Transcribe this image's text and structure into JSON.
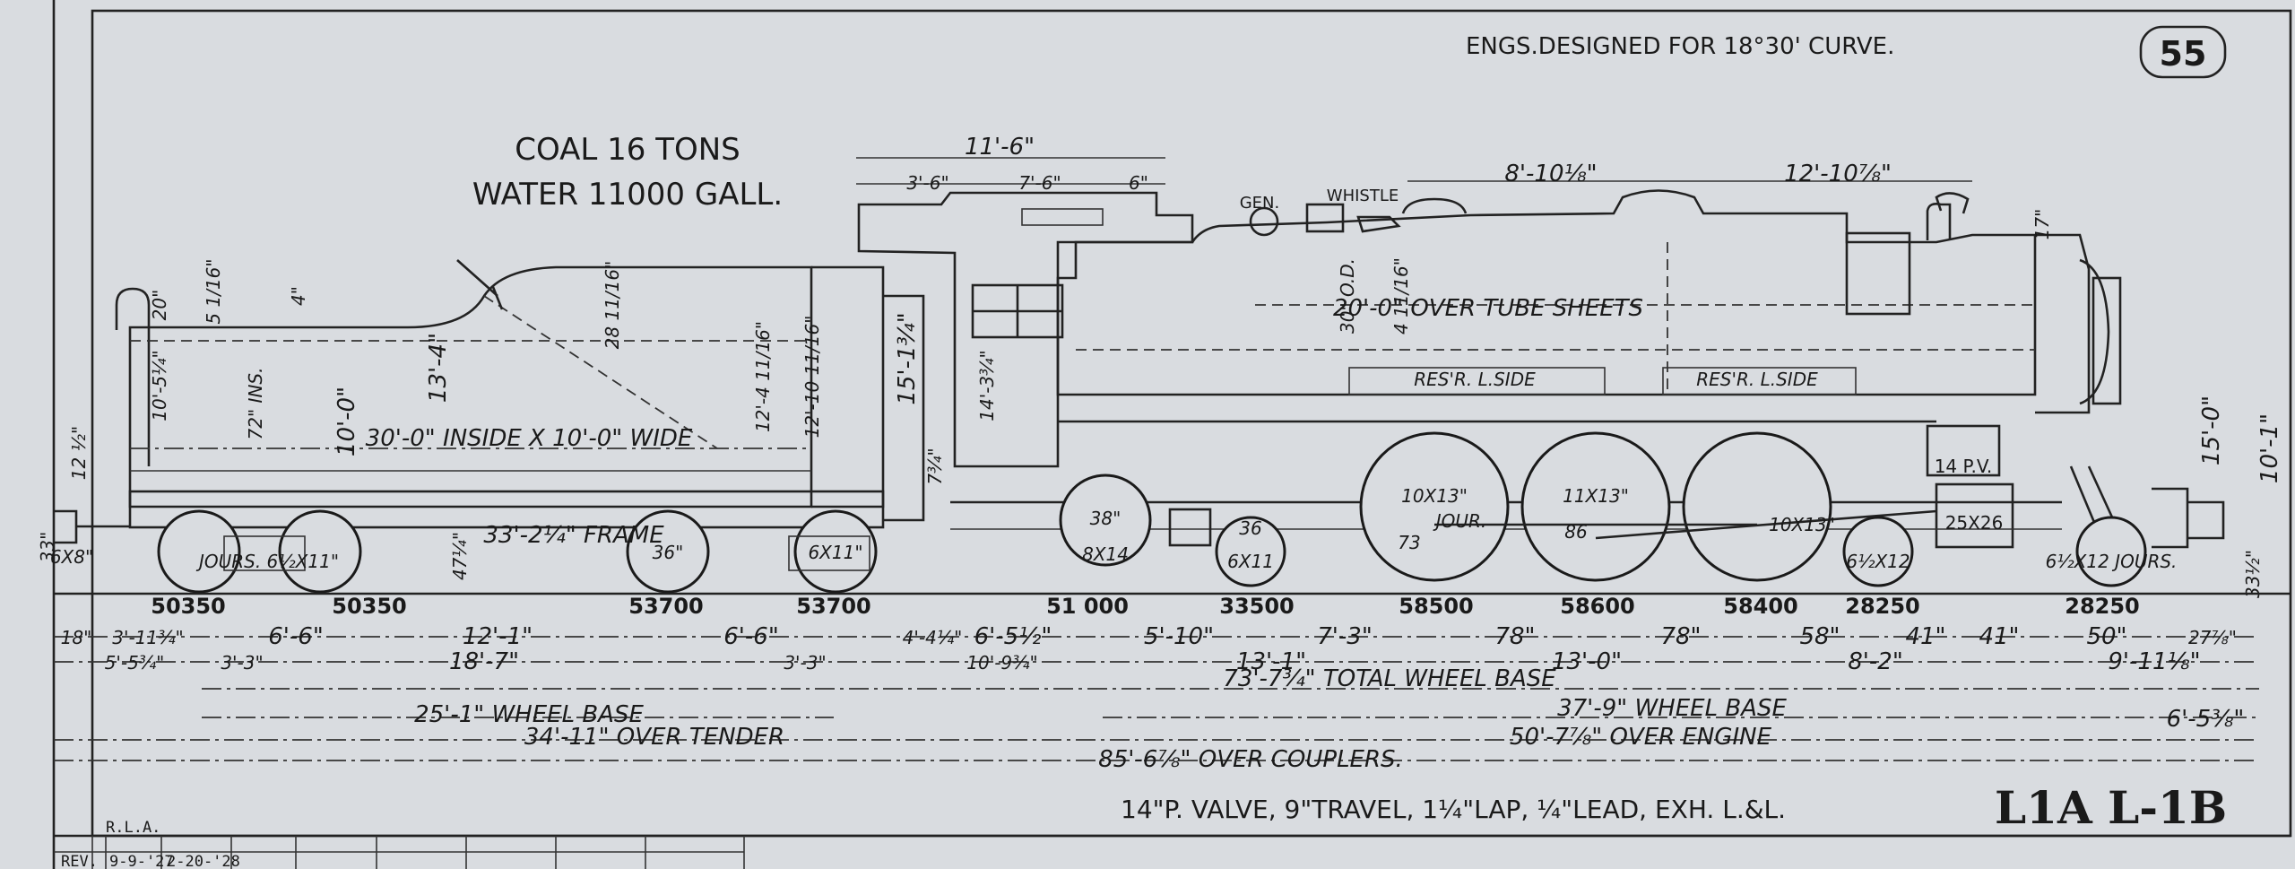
{
  "header": {
    "curve_note": "ENGS.DESIGNED FOR 18°30' CURVE.",
    "sheet_number": "55"
  },
  "capacity": {
    "coal": "COAL 16 TONS",
    "water": "WATER 11000 GALL."
  },
  "boiler_labels": {
    "gen": "GEN.",
    "whistle": "WHISTLE",
    "tube_sheets": "20'-0\" OVER TUBE SHEETS",
    "res_left": "RES'R. L.SIDE",
    "res_right": "RES'R. L.SIDE",
    "tender_inside": "30'-0\" INSIDE X 10'-0\" WIDE",
    "frame": "33'-2¼\" FRAME",
    "pv": "14 P.V.",
    "cyl": "25X26"
  },
  "top_dims": [
    "11'-6\"",
    "3'-6\"",
    "7'-6\"",
    "6\"",
    "8'-10⅛\"",
    "12'-10⅞\""
  ],
  "vertical_dims": [
    "20\"",
    "5 1/16\"",
    "4\"",
    "28 11/16\"",
    "10'-5¼\"",
    "72\" INS.",
    "10'-0\"",
    "13'-4\"",
    "12'-4 11/16\"",
    "12'-10 11/16\"",
    "15'-1¾\"",
    "14'-3¾\"",
    "30\" O.D.",
    "4 11/16\"",
    "15'-0\"",
    "10'-1\"",
    "17\"",
    "12 ½\"",
    "33\"",
    "47¼\"",
    "7¾\"",
    "33½\""
  ],
  "wheel_labels": [
    "6X8\"",
    "JOURS. 6½X11\"",
    "36\"",
    "6X11\"",
    "38\"",
    "8X14",
    "6X11",
    "36",
    "10X13\"",
    "JOUR.",
    "73",
    "11X13\"",
    "86",
    "10X13\"",
    "6½X12",
    "6½X12 JOURS."
  ],
  "loads": [
    "50350",
    "50350",
    "53700",
    "53700",
    "51 000",
    "33500",
    "58500",
    "58600",
    "58400",
    "28250",
    "28250"
  ],
  "bottom_dims_row1": [
    "18\"",
    "3'-11¾\"",
    "6'-6\"",
    "12'-1\"",
    "6'-6\"",
    "4'-4¼\"",
    "6'-5½\"",
    "5'-10\"",
    "7'-3\"",
    "78\"",
    "78\"",
    "58\"",
    "41\"",
    "41\"",
    "50\"",
    "27⅞\""
  ],
  "bottom_dims_row2": [
    "5'-5¾\"",
    "3'-3\"",
    "18'-7\"",
    "3'-3\"",
    "10'-9¾\"",
    "13'-1\"",
    "13'-0\"",
    "8'-2\"",
    "9'-11⅛\""
  ],
  "spans": {
    "total_wb": "73'-7¾\" TOTAL WHEEL BASE",
    "tender_wb": "25'-1\" WHEEL BASE",
    "engine_wb": "37'-9\" WHEEL BASE",
    "over_tender": "34'-11\" OVER TENDER",
    "over_engine": "50'-7⅞\" OVER ENGINE",
    "over_couplers": "85'-6⅞\" OVER COUPLERS.",
    "rear_overhang": "6'-5⅜\""
  },
  "valve_note": "14\"P. VALVE, 9\"TRAVEL, 1¼\"LAP, ¼\"LEAD, EXH. L.&L.",
  "class_label": "L1A L-1B",
  "revision": {
    "initials": "R.L.A.",
    "label": "REV.",
    "date1": "9-9-'27",
    "date2": "2-20-'28"
  }
}
